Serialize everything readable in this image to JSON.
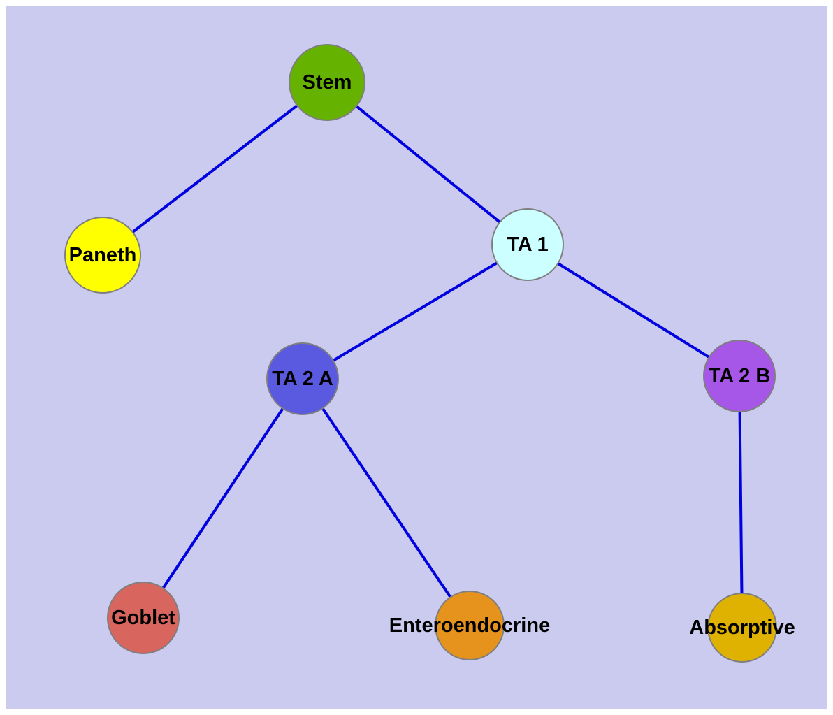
{
  "diagram": {
    "background_color": "#cbcbf0",
    "edge_color": "#0000e0",
    "node_border_color": "#7f7f7f",
    "label_color": "#000000",
    "nodes": [
      {
        "id": "stem",
        "label": "Stem",
        "color": "#66b201"
      },
      {
        "id": "paneth",
        "label": "Paneth",
        "color": "#ffff00"
      },
      {
        "id": "ta1",
        "label": "TA 1",
        "color": "#ccffff"
      },
      {
        "id": "ta2a",
        "label": "TA 2 A",
        "color": "#5a5ae1"
      },
      {
        "id": "ta2b",
        "label": "TA 2 B",
        "color": "#a757e8"
      },
      {
        "id": "goblet",
        "label": "Goblet",
        "color": "#d9655f"
      },
      {
        "id": "enteroendocrine",
        "label": "Enteroendocrine",
        "color": "#e5931d"
      },
      {
        "id": "absorptive",
        "label": "Absorptive",
        "color": "#dfb202"
      }
    ],
    "edges": [
      {
        "from": "Stem",
        "to": "Paneth"
      },
      {
        "from": "Stem",
        "to": "TA 1"
      },
      {
        "from": "TA 1",
        "to": "TA 2 A"
      },
      {
        "from": "TA 1",
        "to": "TA 2 B"
      },
      {
        "from": "TA 2 A",
        "to": "Goblet"
      },
      {
        "from": "TA 2 A",
        "to": "Enteroendocrine"
      },
      {
        "from": "TA 2 B",
        "to": "Absorptive"
      }
    ]
  }
}
